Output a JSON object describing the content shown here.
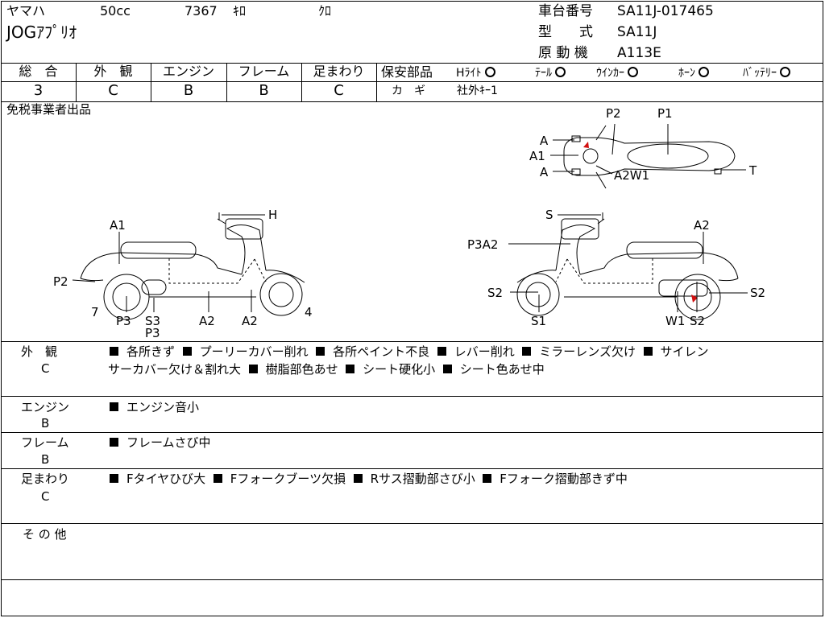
{
  "header": {
    "maker": "ヤマハ",
    "cc": "50cc",
    "mileage_value": "7367",
    "mileage_unit": "ｷﾛ",
    "color": "ｸﾛ",
    "model_name": "JOGｱﾌﾟﾘｵ",
    "frame_no_label": "車台番号",
    "frame_no": "SA11J-017465",
    "type_label": "型　　式",
    "type": "SA11J",
    "engine_label": "原 動 機",
    "engine": "A113E"
  },
  "grades": [
    {
      "label": "総　合",
      "value": "3"
    },
    {
      "label": "外　観",
      "value": "C"
    },
    {
      "label": "エンジン",
      "value": "B"
    },
    {
      "label": "フレーム",
      "value": "B"
    },
    {
      "label": "足まわり",
      "value": "C"
    }
  ],
  "safety": {
    "label": "保安部品",
    "items": [
      {
        "name": "Hﾗｲﾄ",
        "status": "○"
      },
      {
        "name": "ﾃｰﾙ",
        "status": "○"
      },
      {
        "name": "ｳｲﾝｶｰ",
        "status": "○"
      },
      {
        "name": "ﾎｰﾝ",
        "status": "○"
      },
      {
        "name": "ﾊﾞｯﾃﾘｰ",
        "status": "○"
      }
    ],
    "key_label": "カ　ギ",
    "key_value": "社外ｷｰ1"
  },
  "tax_note": "免税事業者出品",
  "diagram": {
    "top_view": [
      "P2",
      "P1",
      "A",
      "A1",
      "A",
      "A2W1",
      "T"
    ],
    "left_view": [
      "H",
      "A1",
      "P2",
      "7",
      "P3",
      "S3",
      "P3",
      "A2",
      "A2",
      "4"
    ],
    "right_view": [
      "S",
      "A2",
      "P3A2",
      "S2",
      "S1",
      "W1",
      "S2",
      "S2"
    ]
  },
  "sections": [
    {
      "label": "外　観",
      "grade": "C",
      "lines": [
        [
          "各所きず",
          "プーリーカバー削れ",
          "各所ペイント不良",
          "レバー削れ",
          "ミラーレンズ欠け",
          "サイレン"
        ],
        [
          "サーカバー欠け＆割れ大",
          "樹脂部色あせ",
          "シート硬化小",
          "シート色あせ中"
        ]
      ]
    },
    {
      "label": "エンジン",
      "grade": "B",
      "lines": [
        [
          "エンジン音小"
        ]
      ]
    },
    {
      "label": "フレーム",
      "grade": "B",
      "lines": [
        [
          "フレームさび中"
        ]
      ]
    },
    {
      "label": "足まわり",
      "grade": "C",
      "lines": [
        [
          "Fタイヤひび大",
          "Fフォークブーツ欠損",
          "Rサス摺動部さび小",
          "Fフォーク摺動部きず中"
        ]
      ]
    },
    {
      "label": "そ の 他",
      "grade": "",
      "lines": []
    }
  ]
}
